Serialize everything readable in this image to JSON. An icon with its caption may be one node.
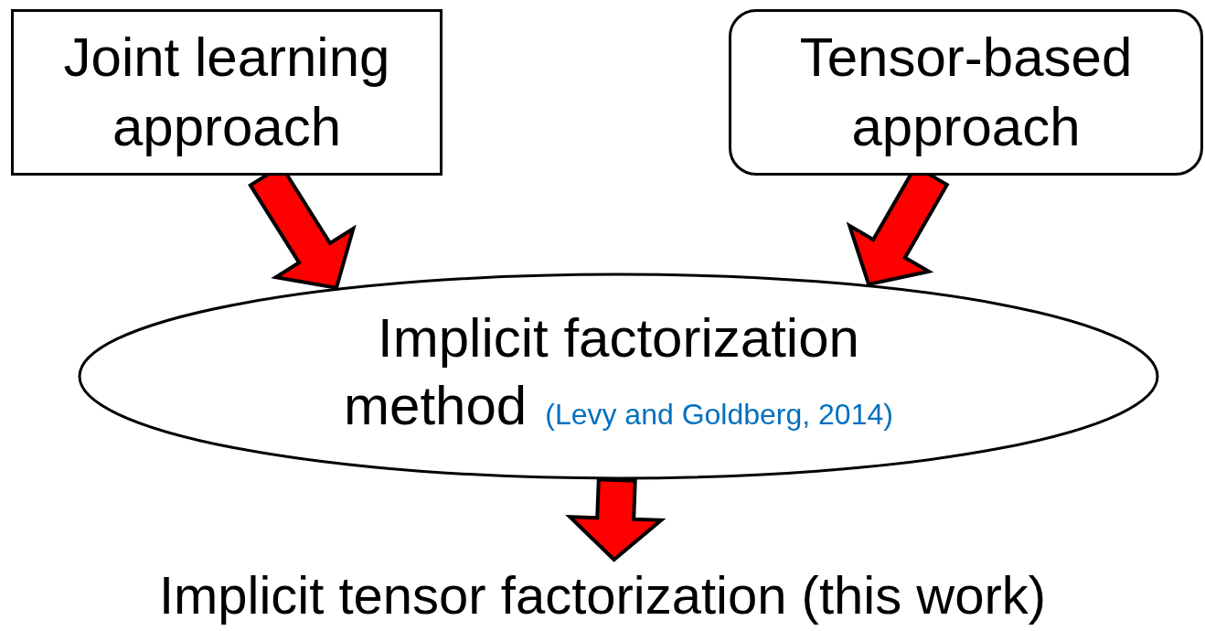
{
  "diagram": {
    "nodes": [
      {
        "text": [
          "Joint learning approach"
        ]
      },
      {
        "text": [
          "Tensor-based approach"
        ]
      },
      {
        "text": [
          "Implicit factorization method",
          "(Levy and Goldberg, 2014)"
        ]
      },
      {
        "text": [
          "Implicit tensor factorization (this work)"
        ]
      }
    ],
    "edges": [
      {
        "from": 0,
        "to": 2,
        "arrow": "to",
        "style": "thick",
        "color": "#ff0000"
      },
      {
        "from": 1,
        "to": 2,
        "arrow": "to",
        "style": "thick",
        "color": "#ff0000"
      },
      {
        "from": 2,
        "to": 3,
        "arrow": "to",
        "style": "thick",
        "color": "#ff0000"
      }
    ]
  }
}
